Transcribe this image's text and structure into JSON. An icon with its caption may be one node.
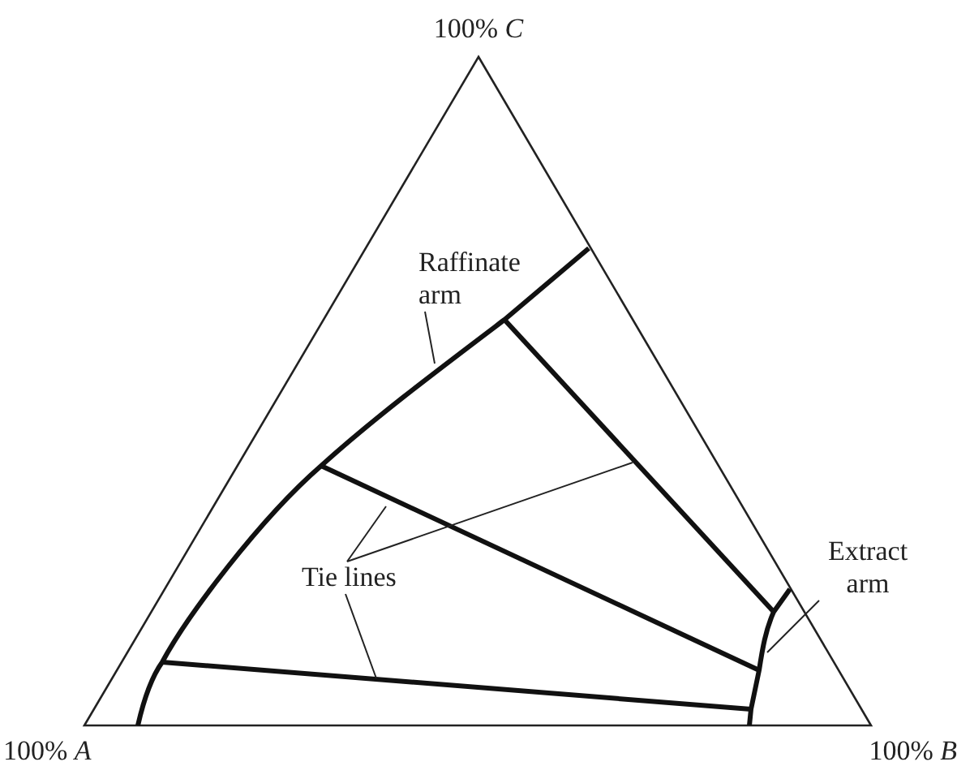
{
  "diagram": {
    "nodes": [
      {
        "text": [
          "Raffinate arm"
        ]
      },
      {
        "text": [
          "Tie lines"
        ]
      },
      {
        "text": [
          "Extract arm"
        ]
      }
    ],
    "edges": [
      {
        "from": 0,
        "to": null,
        "arrow": "none"
      },
      {
        "from": 1,
        "to": null,
        "arrow": "none"
      },
      {
        "from": 1,
        "to": null,
        "arrow": "none"
      },
      {
        "from": 1,
        "to": null,
        "arrow": "none"
      },
      {
        "from": 2,
        "to": null,
        "arrow": "none"
      }
    ],
    "labels": [
      "100% *C*",
      "100% *A*",
      "100% *B*"
    ]
  }
}
